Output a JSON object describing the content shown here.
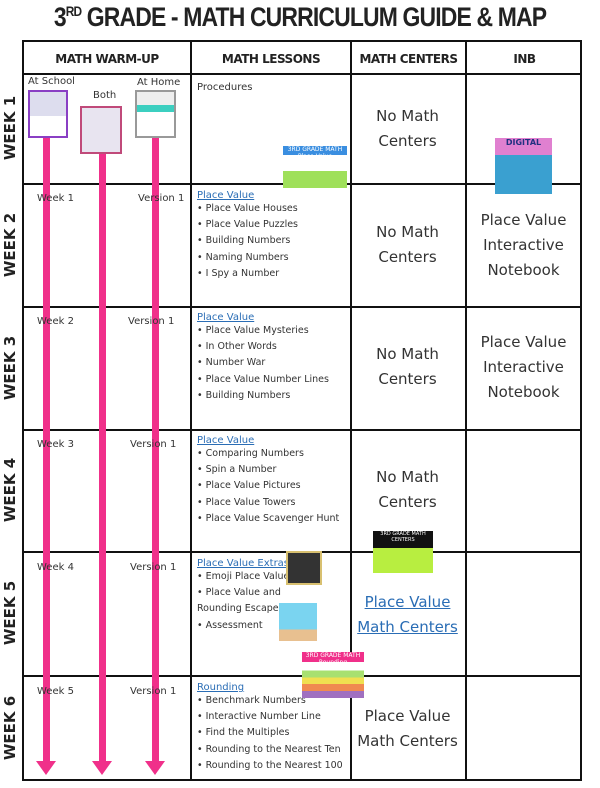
{
  "title": {
    "prefix": "3",
    "sup": "RD",
    "rest": " GRADE - MATH CURRICULUM GUIDE & MAP"
  },
  "headers": [
    "MATH WARM-UP",
    "MATH LESSONS",
    "MATH CENTERS",
    "INB"
  ],
  "weeks": [
    "WEEK 1",
    "WEEK 2",
    "WEEK 3",
    "WEEK 4",
    "WEEK 5",
    "WEEK 6"
  ],
  "warmup": {
    "week1": {
      "at_school": "At School",
      "both": "Both",
      "at_home": "At Home"
    },
    "rows": [
      {
        "week": "Week 1",
        "version": "Version 1"
      },
      {
        "week": "Week 2",
        "version": "Version 1"
      },
      {
        "week": "Week 3",
        "version": "Version 1"
      },
      {
        "week": "Week 4",
        "version": "Version 1"
      },
      {
        "week": "Week 5",
        "version": "Version 1"
      }
    ]
  },
  "lessons": [
    {
      "title": "Procedures",
      "items": []
    },
    {
      "title": "Place Value",
      "items": [
        "Place Value Houses",
        "Place Value Puzzles",
        "Building Numbers",
        "Naming Numbers",
        "I Spy a Number"
      ]
    },
    {
      "title": "Place Value",
      "items": [
        "Place Value Mysteries",
        "In Other Words",
        "Number War",
        "Place Value Number Lines",
        "Building Numbers"
      ]
    },
    {
      "title": "Place Value",
      "items": [
        "Comparing Numbers",
        "Spin a Number",
        "Place Value Pictures",
        "Place Value Towers",
        "Place Value Scavenger Hunt"
      ]
    },
    {
      "title": "Place Value Extras",
      "items": [
        "Emoji Place Value",
        "Place Value and Rounding Escape",
        "Assessment"
      ]
    },
    {
      "title": "Rounding",
      "items": [
        "Benchmark Numbers",
        "Interactive Number Line",
        "Find the Multiples",
        "Rounding to the Nearest Ten",
        "Rounding to the Nearest 100"
      ]
    }
  ],
  "centers": [
    {
      "line1": "No Math",
      "line2": "Centers"
    },
    {
      "line1": "No Math",
      "line2": "Centers"
    },
    {
      "line1": "No Math",
      "line2": "Centers"
    },
    {
      "line1": "No Math",
      "line2": "Centers"
    },
    {
      "line1": "Place Value",
      "line2": "Math Centers"
    },
    {
      "line1": "Place Value",
      "line2": "Math Centers"
    }
  ],
  "inb": [
    {
      "line1": "",
      "line2": "",
      "line3": ""
    },
    {
      "line1": "Place Value",
      "line2": "Interactive",
      "line3": "Notebook"
    },
    {
      "line1": "Place Value",
      "line2": "Interactive",
      "line3": "Notebook"
    }
  ],
  "thumbs": {
    "place_value": "3RD GRADE MATH Place Value",
    "rounding": "3RD GRADE MATH Rounding",
    "digital": "DIGITAL",
    "centers": "3RD GRADE MATH CENTERS"
  },
  "colors": {
    "arrow": "#f0308a",
    "link": "#2a6db5"
  }
}
